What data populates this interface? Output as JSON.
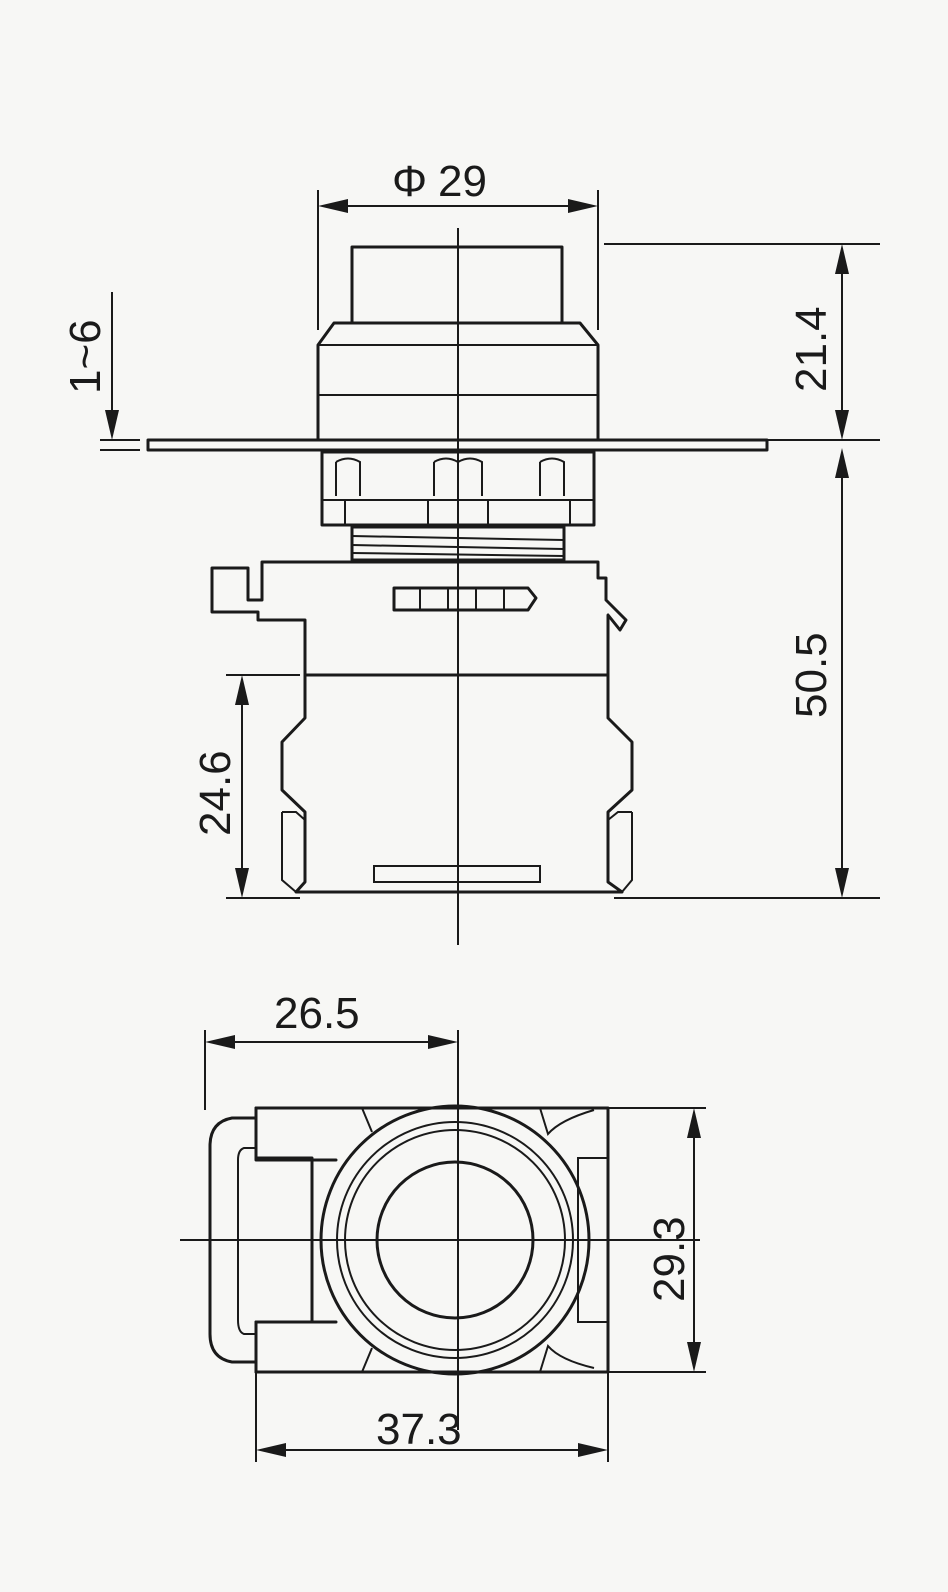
{
  "dimensions": {
    "phi_symbol": "Φ",
    "diameter": "29",
    "panel_thickness": "1~6",
    "head_height": "21.4",
    "body_height": "50.5",
    "contact_height": "24.6",
    "half_width": "26.5",
    "depth": "29.3",
    "overall_width": "37.3"
  },
  "colors": {
    "line": "#1a1a1a",
    "background": "#f7f7f5"
  }
}
